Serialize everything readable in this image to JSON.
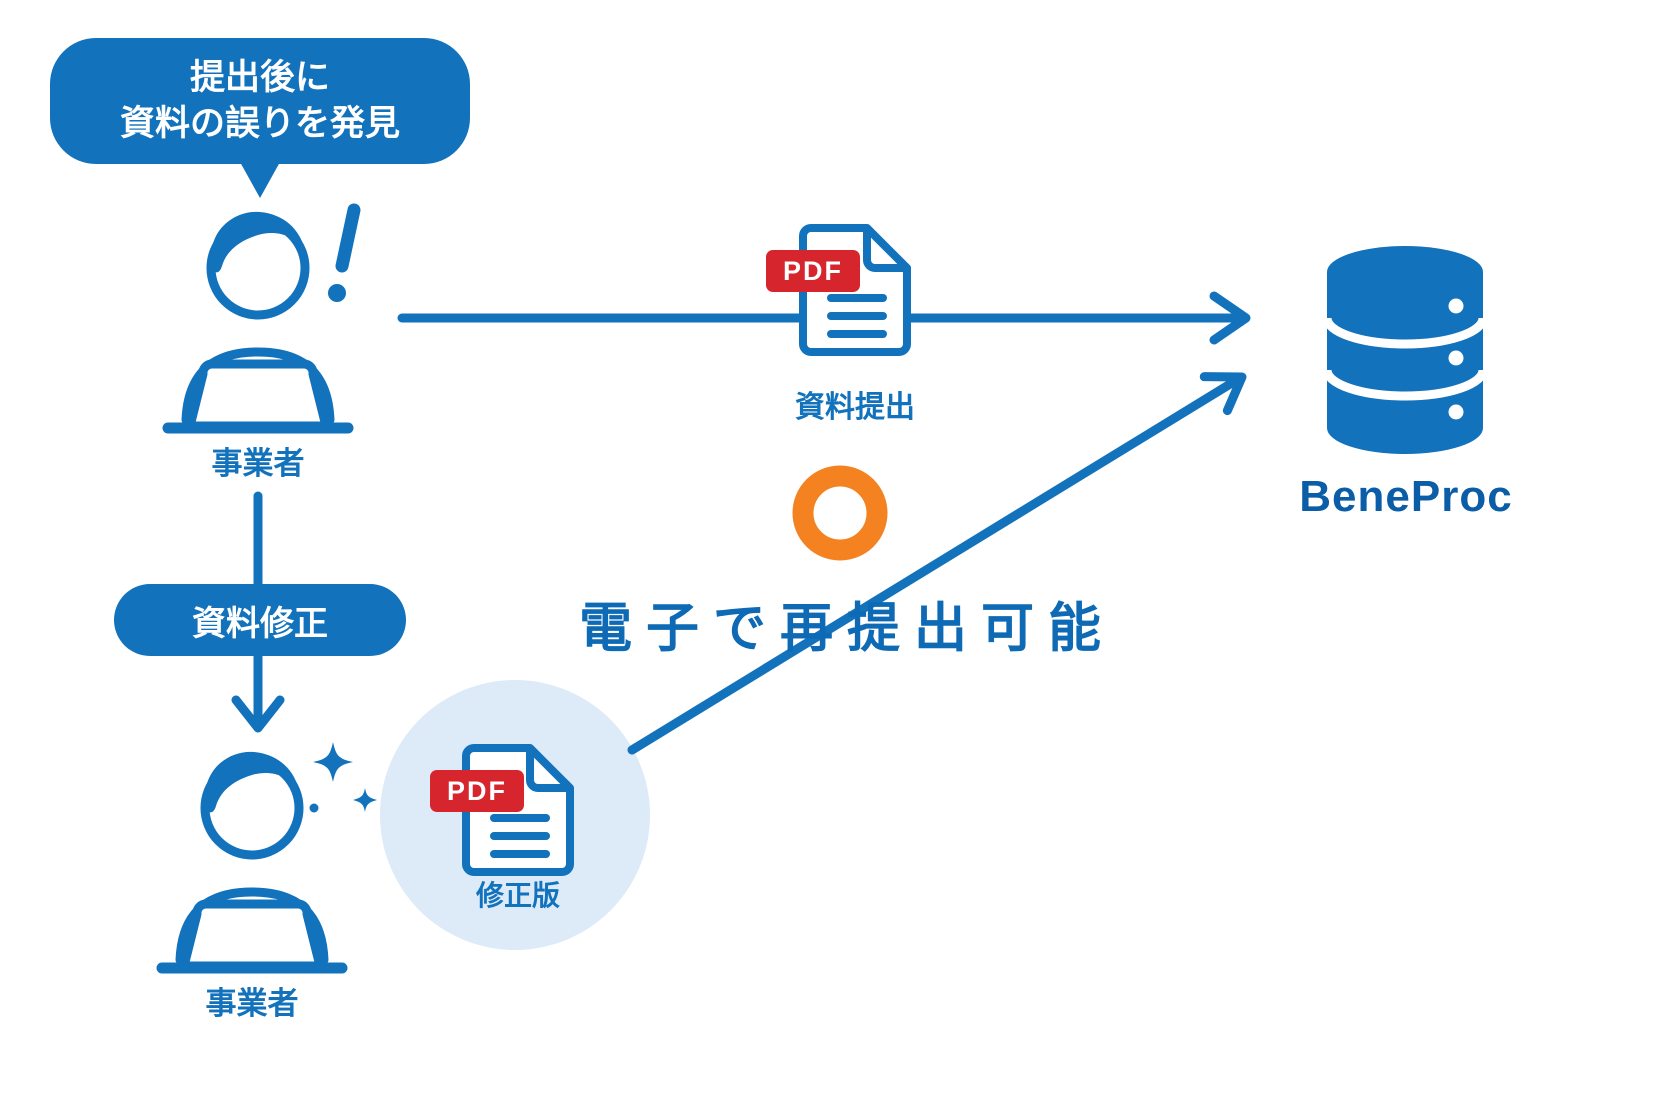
{
  "colors": {
    "primary_blue": "#1272bc",
    "dark_blue": "#0a5da6",
    "light_blue_circle": "#ddeaf7",
    "orange_ring": "#f58220",
    "pdf_red": "#d6252d"
  },
  "speech_bubble": {
    "line1": "提出後に",
    "line2": "資料の誤りを発見"
  },
  "actors": {
    "top_label": "事業者",
    "bottom_label": "事業者"
  },
  "documents": {
    "submit": {
      "badge": "PDF",
      "label": "資料提出"
    },
    "revised": {
      "badge": "PDF",
      "label": "修正版"
    }
  },
  "process": {
    "fix_label": "資料修正"
  },
  "database": {
    "label": "BeneProc"
  },
  "caption": {
    "text": "電子で再提出可能"
  }
}
